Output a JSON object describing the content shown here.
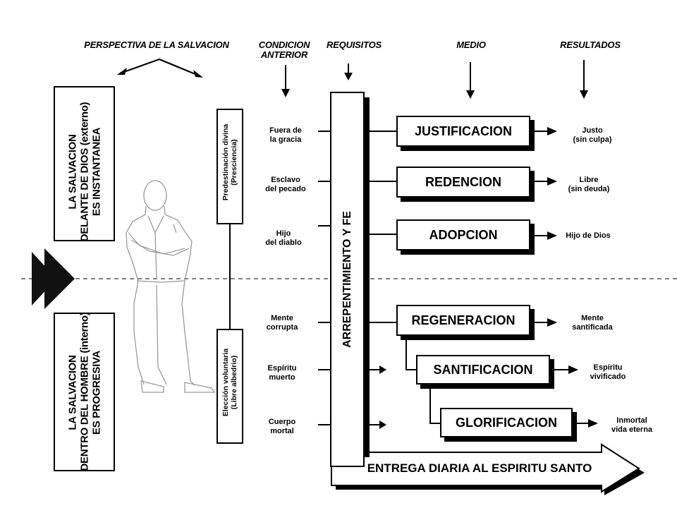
{
  "headers": {
    "perspectiva": "PERSPECTIVA DE LA SALVACION",
    "condicion_line1": "CONDICION",
    "condicion_line2": "ANTERIOR",
    "requisitos": "REQUISITOS",
    "medio": "MEDIO",
    "resultados": "RESULTADOS"
  },
  "left_boxes": {
    "top": {
      "line1": "LA SALVACION",
      "line2": "DELANTE DE DIOS (externo)",
      "line3": "ES INSTANTANEA"
    },
    "bottom": {
      "line1": "LA SALVACION",
      "line2": "DENTRO DEL HOMBRE (interno)",
      "line3": "ES PROGRESIVA"
    }
  },
  "small_boxes": {
    "top": {
      "line1": "Predestinación divina",
      "line2": "(Presciencia)"
    },
    "bottom": {
      "line1": "Elección voluntaria",
      "line2": "(Libre albedrio)"
    }
  },
  "conditions": [
    {
      "line1": "Fuera de",
      "line2": "la gracia"
    },
    {
      "line1": "Esclavo",
      "line2": "del pecado"
    },
    {
      "line1": "Hijo",
      "line2": "del diablo"
    },
    {
      "line1": "Mente",
      "line2": "corrupta"
    },
    {
      "line1": "Espíritu",
      "line2": "muerto"
    },
    {
      "line1": "Cuerpo",
      "line2": "mortal"
    }
  ],
  "requisito": "ARREPENTIMIENTO Y FE",
  "medios": [
    "JUSTIFICACION",
    "REDENCION",
    "ADOPCION",
    "REGENERACION",
    "SANTIFICACION",
    "GLORIFICACION"
  ],
  "resultados": [
    {
      "line1": "Justo",
      "line2": "(sin culpa)"
    },
    {
      "line1": "Libre",
      "line2": "(sin deuda)"
    },
    {
      "line1": "Hijo de Dios",
      "line2": ""
    },
    {
      "line1": "Mente",
      "line2": "santificada"
    },
    {
      "line1": "Espíritu",
      "line2": "vivificado"
    },
    {
      "line1": "Inmortal",
      "line2": "vida eterna"
    }
  ],
  "bottom_arrow": "ENTREGA DIARIA AL ESPIRITU SANTO"
}
